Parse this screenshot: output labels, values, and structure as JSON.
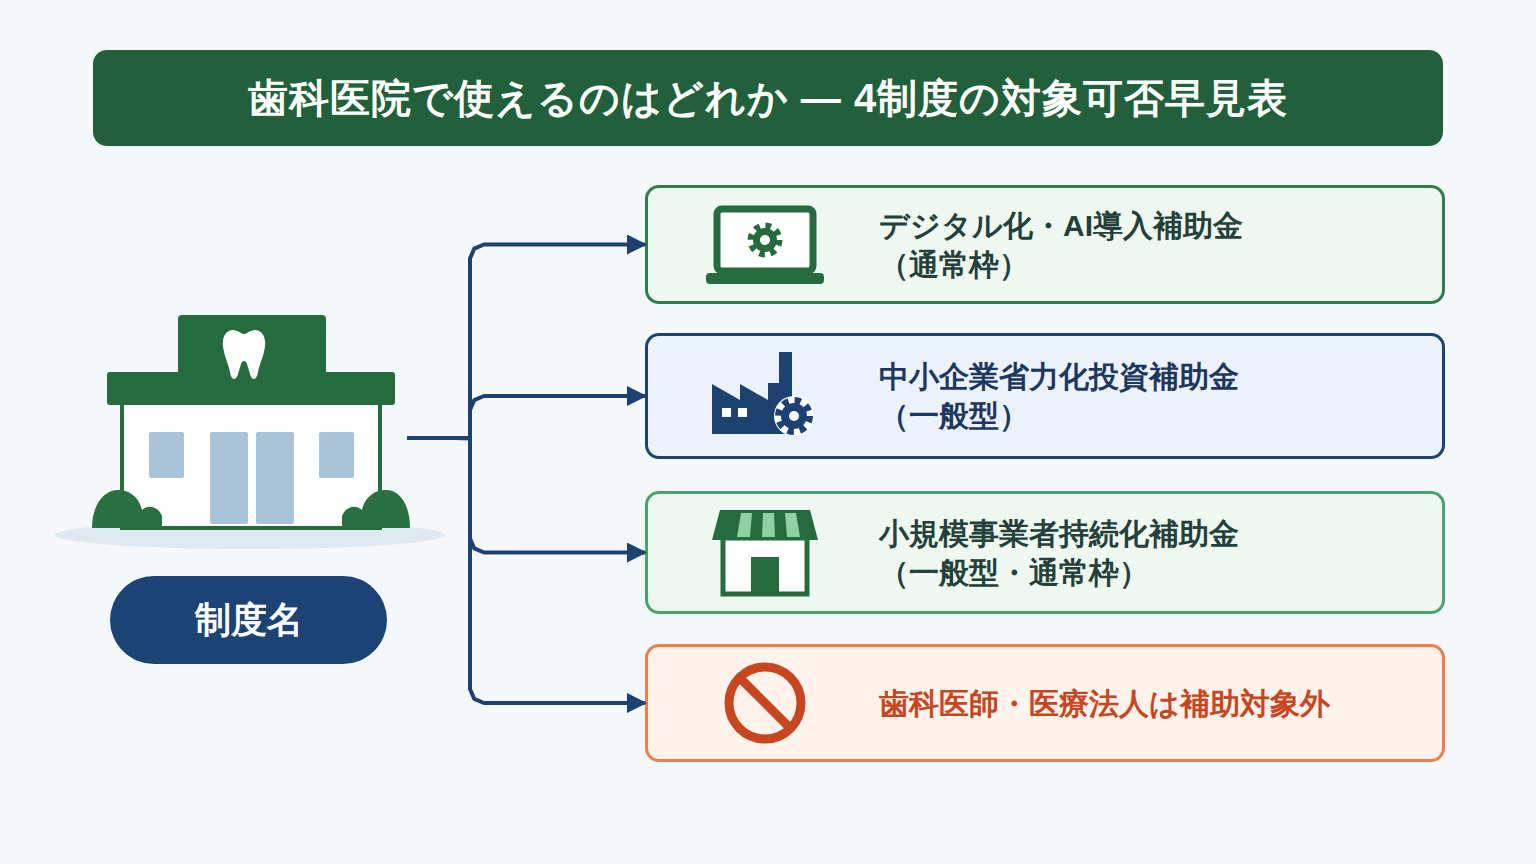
{
  "diagram": {
    "title": "歯科医院で使えるのはどれか — 4制度の対象可否早見表",
    "nodes": [
      {
        "text": [
          "制度名"
        ]
      },
      {
        "text": [
          "デジタル化・AI導入補助金 （通常枠）"
        ]
      },
      {
        "text": [
          "中小企業省力化投資補助金 （一般型）"
        ]
      },
      {
        "text": [
          "小規模事業者持続化補助金 （一般型・通常枠）"
        ]
      },
      {
        "text": [
          "歯科医師・医療法人は補助対象外"
        ]
      }
    ],
    "edges": [
      {
        "from": 0,
        "to": 1,
        "arrow": "to"
      },
      {
        "from": 0,
        "to": 2,
        "arrow": "to"
      },
      {
        "from": 0,
        "to": 3,
        "arrow": "to"
      },
      {
        "from": 0,
        "to": 4,
        "arrow": "to"
      }
    ]
  }
}
